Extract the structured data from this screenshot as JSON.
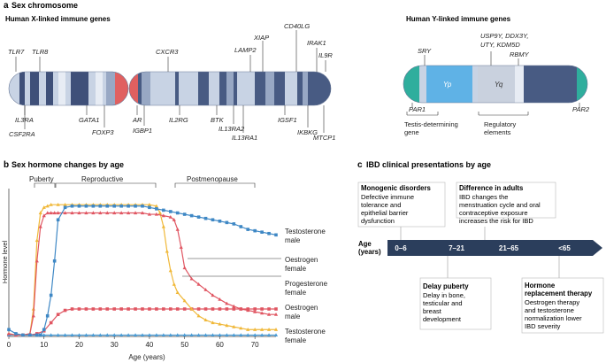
{
  "panel_a": {
    "letter": "a",
    "title": "Sex chromosome",
    "x_heading": "Human X-linked immune genes",
    "y_heading": "Human Y-linked immune genes",
    "x_genes_top": [
      "TLR7",
      "TLR8",
      "CXCR3",
      "LAMP2",
      "XIAP",
      "CD40LG",
      "IRAK1",
      "IL9R"
    ],
    "x_genes_bottom": [
      "IL3RA",
      "CSF2RA",
      "GATA1",
      "FOXP3",
      "AR",
      "IGBP1",
      "IL2RG",
      "BTK",
      "IL13RA2",
      "IL13RA1",
      "IGSF1",
      "IKBKG",
      "MTCP1"
    ],
    "y_labels": {
      "sry": "SRY",
      "usp_line1": "USP9Y, DDX3Y,",
      "usp_line2": "UTY, KDM5D",
      "rbmy": "RBMY",
      "yp": "Yp",
      "yq": "Yq",
      "par1": "PAR1",
      "par2": "PAR2",
      "testis_line1": "Testis-determining",
      "testis_line2": "gene",
      "reg_line1": "Regulatory",
      "reg_line2": "elements"
    }
  },
  "panel_b": {
    "letter": "b",
    "title": "Sex hormone changes by age",
    "phases": [
      "Puberty",
      "Reproductive",
      "Postmenopause"
    ],
    "colors": {
      "testosterone_male": "#3f88c5",
      "oestrogen_female": "#e05662",
      "progesterone_female": "#f0b839",
      "oestrogen_male": "#e05662",
      "testosterone_female": "#4a9bd4"
    }
  },
  "chart_data": {
    "type": "line",
    "title": "",
    "xlabel": "Age (years)",
    "ylabel": "Hormone level",
    "xlim": [
      0,
      76
    ],
    "ylim": [
      0,
      100
    ],
    "xticks": [
      0,
      10,
      20,
      30,
      40,
      50,
      60,
      70
    ],
    "grid": false,
    "series": [
      {
        "name": "Testosterone male",
        "label_line1": "Testosterone",
        "label_line2": "male",
        "marker": "square",
        "x": [
          0,
          2,
          4,
          6,
          8,
          9,
          10,
          11,
          12,
          13,
          14,
          16,
          18,
          20,
          22,
          24,
          26,
          28,
          30,
          32,
          34,
          36,
          38,
          40,
          42,
          44,
          46,
          48,
          50,
          52,
          54,
          56,
          58,
          60,
          62,
          64,
          66,
          68,
          70,
          72,
          74,
          76
        ],
        "y": [
          5,
          2,
          1,
          1,
          1,
          1,
          5,
          15,
          30,
          55,
          85,
          94,
          95,
          95,
          95,
          95,
          95,
          95,
          95,
          95,
          95,
          95,
          95,
          94,
          93,
          92,
          91,
          90,
          89,
          88,
          87,
          86,
          85,
          84,
          83,
          82,
          80,
          78,
          77,
          76,
          75,
          74
        ]
      },
      {
        "name": "Oestrogen female",
        "label_line1": "Oestrogen",
        "label_line2": "female",
        "marker": "triangle",
        "x": [
          0,
          2,
          4,
          6,
          7,
          8,
          9,
          10,
          11,
          12,
          13,
          14,
          16,
          18,
          20,
          22,
          24,
          26,
          28,
          30,
          32,
          34,
          36,
          38,
          40,
          42,
          44,
          46,
          47,
          48,
          49,
          50,
          52,
          54,
          56,
          58,
          60,
          62,
          64,
          66,
          68,
          70,
          72,
          74,
          76
        ],
        "y": [
          2,
          1,
          1,
          2,
          15,
          55,
          80,
          88,
          90,
          90,
          90,
          90,
          90,
          90,
          90,
          90,
          90,
          90,
          90,
          90,
          90,
          90,
          90,
          90,
          89,
          89,
          88,
          87,
          85,
          78,
          65,
          50,
          42,
          38,
          34,
          30,
          27,
          24,
          22,
          20,
          19,
          18,
          17,
          16,
          16
        ]
      },
      {
        "name": "Progesterone female",
        "label_line1": "Progesterone",
        "label_line2": "female",
        "marker": "triangle",
        "x": [
          0,
          2,
          4,
          6,
          7,
          8,
          9,
          10,
          11,
          12,
          14,
          16,
          18,
          20,
          22,
          24,
          26,
          28,
          30,
          32,
          34,
          36,
          38,
          40,
          42,
          43,
          44,
          45,
          46,
          47,
          48,
          50,
          52,
          54,
          56,
          58,
          60,
          62,
          64,
          66,
          68,
          70,
          72,
          74,
          76
        ],
        "y": [
          2,
          1,
          1,
          2,
          20,
          70,
          90,
          94,
          95,
          96,
          96,
          96,
          96,
          96,
          96,
          96,
          96,
          96,
          96,
          96,
          96,
          96,
          96,
          96,
          95,
          90,
          80,
          62,
          48,
          38,
          32,
          26,
          20,
          15,
          12,
          10,
          9,
          8,
          7,
          6,
          5,
          5,
          5,
          5,
          5
        ]
      },
      {
        "name": "Oestrogen male",
        "label_line1": "Oestrogen",
        "label_line2": "male",
        "marker": "square",
        "x": [
          0,
          2,
          4,
          6,
          8,
          10,
          12,
          14,
          16,
          18,
          20,
          22,
          24,
          26,
          28,
          30,
          32,
          34,
          36,
          38,
          40,
          42,
          44,
          46,
          48,
          50,
          52,
          54,
          56,
          58,
          60,
          62,
          64,
          66,
          68,
          70,
          72,
          74,
          76
        ],
        "y": [
          1,
          1,
          1,
          1,
          2,
          4,
          10,
          16,
          19,
          20,
          20,
          20,
          20,
          20,
          20,
          20,
          20,
          20,
          20,
          20,
          20,
          20,
          20,
          20,
          20,
          20,
          20,
          20,
          20,
          20,
          20,
          20,
          20,
          20,
          20,
          20,
          20,
          20,
          20
        ]
      },
      {
        "name": "Testosterone female",
        "label_line1": "Testosterone",
        "label_line2": "female",
        "marker": "triangle",
        "x": [
          0,
          2,
          4,
          6,
          8,
          10,
          12,
          14,
          16,
          18,
          20,
          22,
          24,
          26,
          28,
          30,
          32,
          34,
          36,
          38,
          40,
          42,
          44,
          46,
          48,
          50,
          52,
          54,
          56,
          58,
          60,
          62,
          64,
          66,
          68,
          70,
          72,
          74,
          76
        ],
        "y": [
          1,
          1,
          1,
          1,
          1,
          1,
          1,
          1,
          1,
          1,
          1,
          1,
          1,
          1,
          1,
          1,
          1,
          1,
          1,
          1,
          1,
          1,
          1,
          1,
          1,
          1,
          1,
          1,
          1,
          1,
          1,
          1,
          1,
          1,
          1,
          1,
          1,
          1,
          1
        ]
      }
    ]
  },
  "panel_c": {
    "letter": "c",
    "title": "IBD clinical presentations by age",
    "age_label_line1": "Age",
    "age_label_line2": "(years)",
    "ranges": [
      "0–6",
      "7–21",
      "21–65",
      "<65"
    ],
    "boxes": {
      "monogenic_title": "Monogenic disorders",
      "monogenic_lines": [
        "Defective immune",
        "tolerance and",
        "epithelial barrier",
        "dysfunction"
      ],
      "adults_title": "Difference in adults",
      "adults_lines": [
        "IBD changes the",
        "menstruation cycle and oral",
        "contraceptive exposure",
        "increases the risk for IBD"
      ],
      "delay_title": "Delay puberty",
      "delay_lines": [
        "Delay in bone,",
        "testicular and",
        "breast",
        "development"
      ],
      "hormone_title_line1": "Hormone",
      "hormone_title_line2": "replacement therapy",
      "hormone_lines": [
        "Oestrogen therapy",
        "and testosterone",
        "normalization lower",
        "IBD severity"
      ]
    },
    "colors": {
      "arrow": "#2b3e5c"
    }
  }
}
